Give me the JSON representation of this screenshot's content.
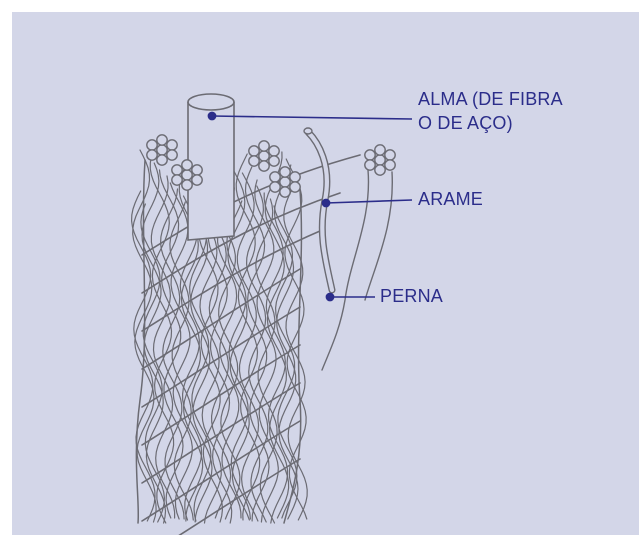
{
  "colors": {
    "background": "#d3d6e8",
    "page": "#ffffff",
    "rope_stroke": "#6b6b73",
    "rope_fill": "#d3d6e8",
    "label_text": "#2b2d8a",
    "leader_line": "#2b2d8a"
  },
  "diagram": {
    "labels": {
      "alma_line1": "ALMA (DE FIBRA",
      "alma_line2": "O DE AÇO)",
      "arame": "ARAME",
      "perna": "PERNA"
    }
  }
}
